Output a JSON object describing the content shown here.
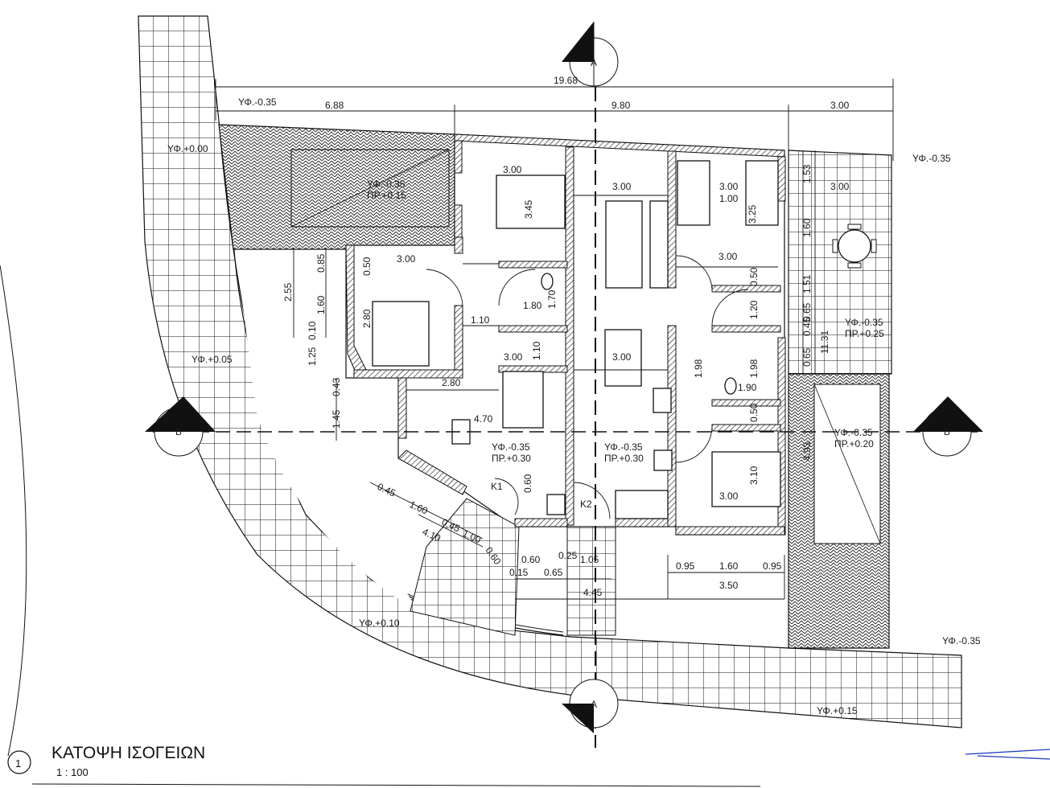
{
  "drawing": {
    "title": "ΚΑΤΟΨΗ ΙΣΟΓΕΙΩΝ",
    "scale": "1 : 100",
    "view_number": "1",
    "section_markers": {
      "top_a": "A",
      "bottom_a": "A",
      "left_b": "B",
      "right_b": "B"
    },
    "room_labels": {
      "k1": "K1",
      "k2": "K2"
    }
  },
  "dimensions": [
    "19.68",
    "6.88",
    "9.80",
    "3.00",
    "ΥΦ.-0.35",
    "ΥΦ.+0.00",
    "ΥΦ.-0.35",
    "ΥΦ.-0.35",
    "ΠΡ.+0.15",
    "3.00",
    "3.45",
    "3.00",
    "3.00",
    "1.00",
    "3.25",
    "1.53",
    "3.00",
    "1.60",
    "1.51",
    "ΥΦ.-0.35",
    "ΠΡ.+0.25",
    "0.65",
    "0.45",
    "0.65",
    "11.31",
    "3.00",
    "0.50",
    "1.20",
    "1.98",
    "1.98",
    "1.90",
    "0.50",
    "3.10",
    "3.00",
    "3.00",
    "0.50",
    "0.85",
    "2.55",
    "1.60",
    "2.80",
    "0.10",
    "1.25",
    "1.10",
    "1.80",
    "1.70",
    "1.10",
    "3.00",
    "3.00",
    "ΥΦ.+0.05",
    "0.43",
    "2.80",
    "1.45",
    "4.70",
    "ΥΦ.-0.35",
    "ΠΡ.+0.30",
    "ΥΦ.-0.35",
    "ΠΡ.+0.30",
    "ΥΦ.-0.35",
    "ΠΡ.+0.20",
    "4.93",
    "0.60",
    "0.45",
    "1.60",
    "0.45",
    "4.10",
    "1.00",
    "0.60",
    "0.60",
    "0.25",
    "1.05",
    "0.15",
    "0.65",
    "0.95",
    "1.60",
    "0.95",
    "3.50",
    "4.45",
    "ΥΦ.+0.10",
    "ΥΦ.-0.35",
    "ΥΦ.+0.15"
  ],
  "colors": {
    "line": "#111111",
    "text": "#1a1a1a",
    "accent_line": "#1f3fbf"
  }
}
